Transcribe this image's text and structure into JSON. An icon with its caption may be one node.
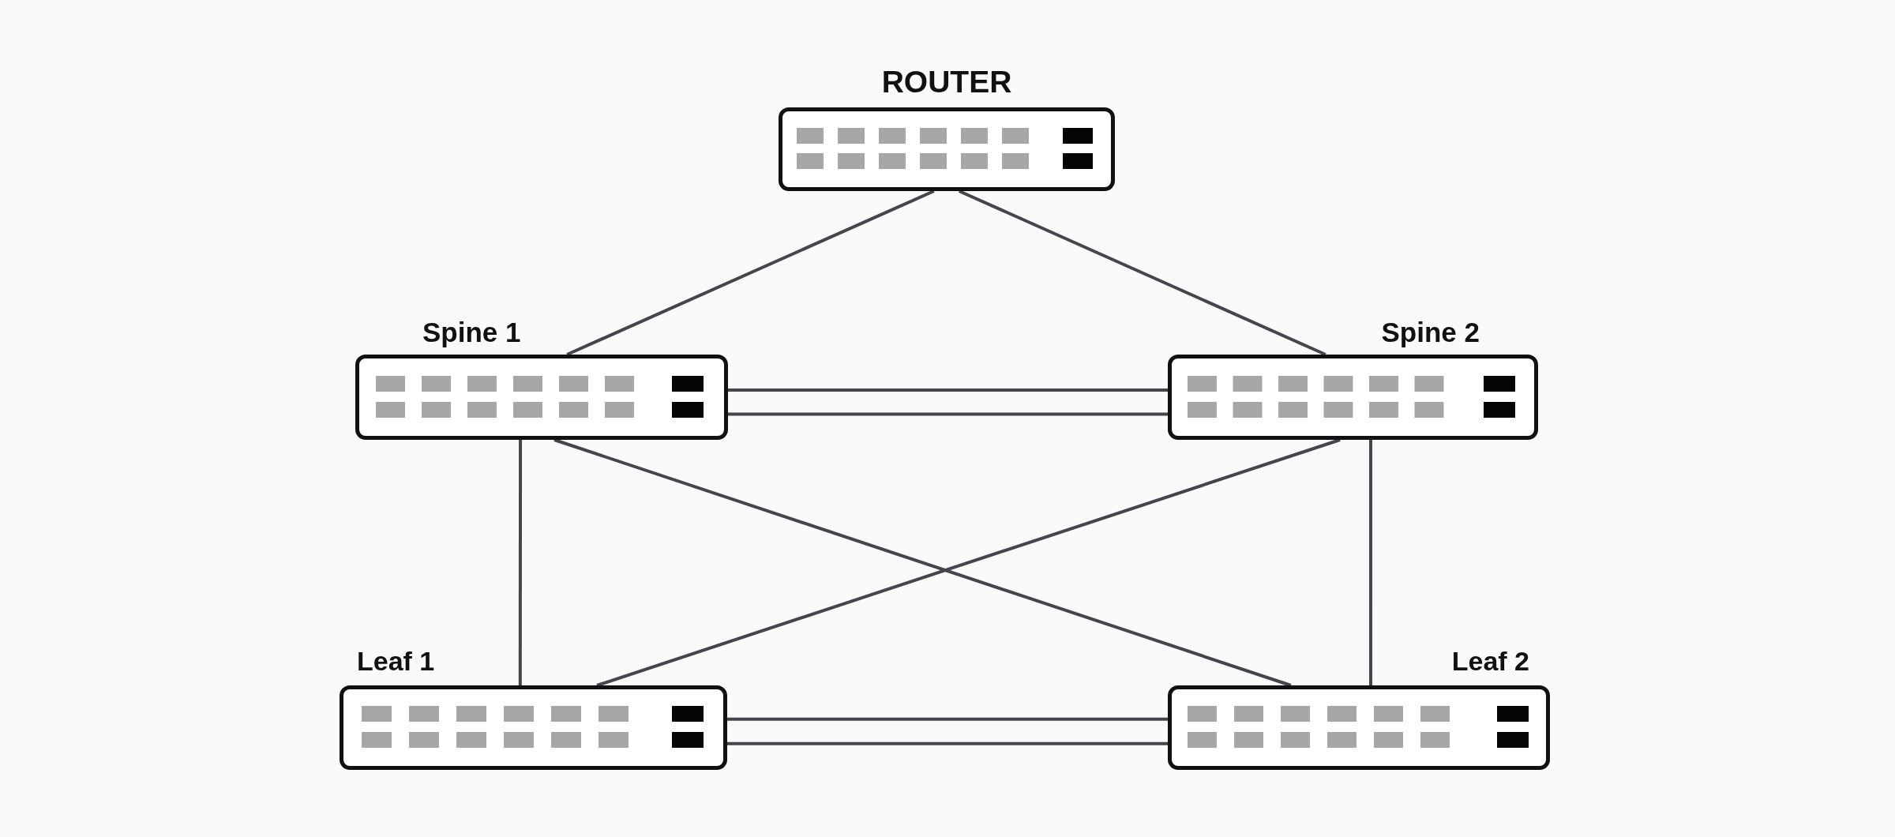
{
  "diagram": {
    "nodes": [
      {
        "text": [
          "ROUTER"
        ]
      },
      {
        "text": [
          "Spine 1"
        ]
      },
      {
        "text": [
          "Spine 2"
        ]
      },
      {
        "text": [
          "Leaf 1"
        ]
      },
      {
        "text": [
          "Leaf 2"
        ]
      }
    ],
    "edges": [
      {
        "from": 0,
        "to": 1,
        "arrow": "none"
      },
      {
        "from": 0,
        "to": 2,
        "arrow": "none"
      },
      {
        "from": 1,
        "to": 2,
        "arrow": "none"
      },
      {
        "from": 1,
        "to": 2,
        "arrow": "none"
      },
      {
        "from": 1,
        "to": 3,
        "arrow": "none"
      },
      {
        "from": 1,
        "to": 4,
        "arrow": "none"
      },
      {
        "from": 2,
        "to": 3,
        "arrow": "none"
      },
      {
        "from": 2,
        "to": 4,
        "arrow": "none"
      },
      {
        "from": 3,
        "to": 4,
        "arrow": "none"
      },
      {
        "from": 3,
        "to": 4,
        "arrow": "none"
      }
    ]
  }
}
